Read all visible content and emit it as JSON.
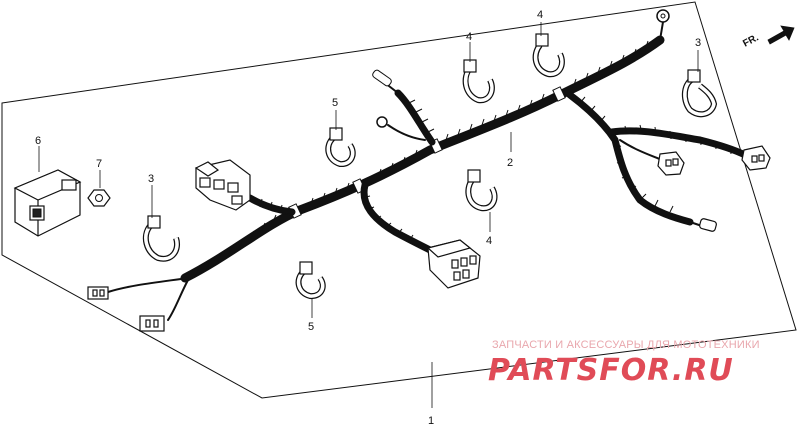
{
  "direction_label": "FR.",
  "callouts": {
    "c1": "1",
    "c2": "2",
    "c3a": "3",
    "c3b": "3",
    "c4a": "4",
    "c4b": "4",
    "c4c": "4",
    "c5a": "5",
    "c5b": "5",
    "c6": "6",
    "c7": "7"
  },
  "watermark": {
    "subtitle": "ЗАПЧАСТИ И АКСЕССУАРЫ ДЛЯ МОТОТЕХНИКИ",
    "logo": "PARTSFOR.RU"
  },
  "icons": {
    "direction_arrow": "arrow-right-up-icon"
  }
}
